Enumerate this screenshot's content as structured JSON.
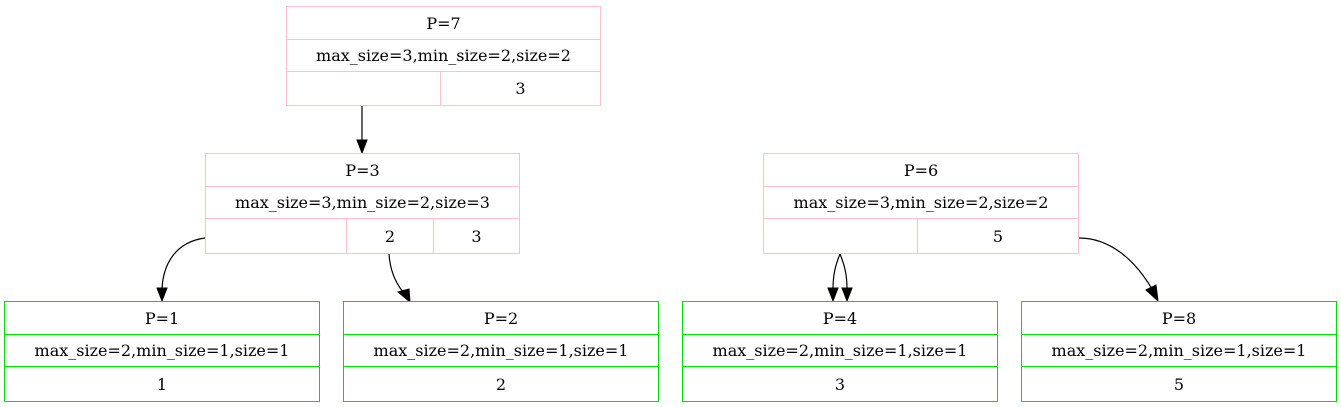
{
  "nodes": {
    "p7": {
      "title": "P=7",
      "meta": "max_size=3,min_size=2,size=2",
      "keys": [
        "",
        "3"
      ]
    },
    "p3": {
      "title": "P=3",
      "meta": "max_size=3,min_size=2,size=3",
      "keys": [
        "",
        "2",
        "3"
      ]
    },
    "p6": {
      "title": "P=6",
      "meta": "max_size=3,min_size=2,size=2",
      "keys": [
        "",
        "5"
      ]
    },
    "p1": {
      "title": "P=1",
      "meta": "max_size=2,min_size=1,size=1",
      "value": "1"
    },
    "p2": {
      "title": "P=2",
      "meta": "max_size=2,min_size=1,size=1",
      "value": "2"
    },
    "p4": {
      "title": "P=4",
      "meta": "max_size=2,min_size=1,size=1",
      "value": "3"
    },
    "p8": {
      "title": "P=8",
      "meta": "max_size=2,min_size=1,size=1",
      "value": "5"
    }
  },
  "colors": {
    "internal_border": "#ffc0cb",
    "leaf_border": "#00e000",
    "edge": "#000000"
  },
  "edges": [
    {
      "from": "p7",
      "to": "p3"
    },
    {
      "from": "p3",
      "to": "p1"
    },
    {
      "from": "p3",
      "to": "p2"
    },
    {
      "from": "p6",
      "to": "p4"
    },
    {
      "from": "p6",
      "to": "p4"
    },
    {
      "from": "p6",
      "to": "p8"
    }
  ]
}
